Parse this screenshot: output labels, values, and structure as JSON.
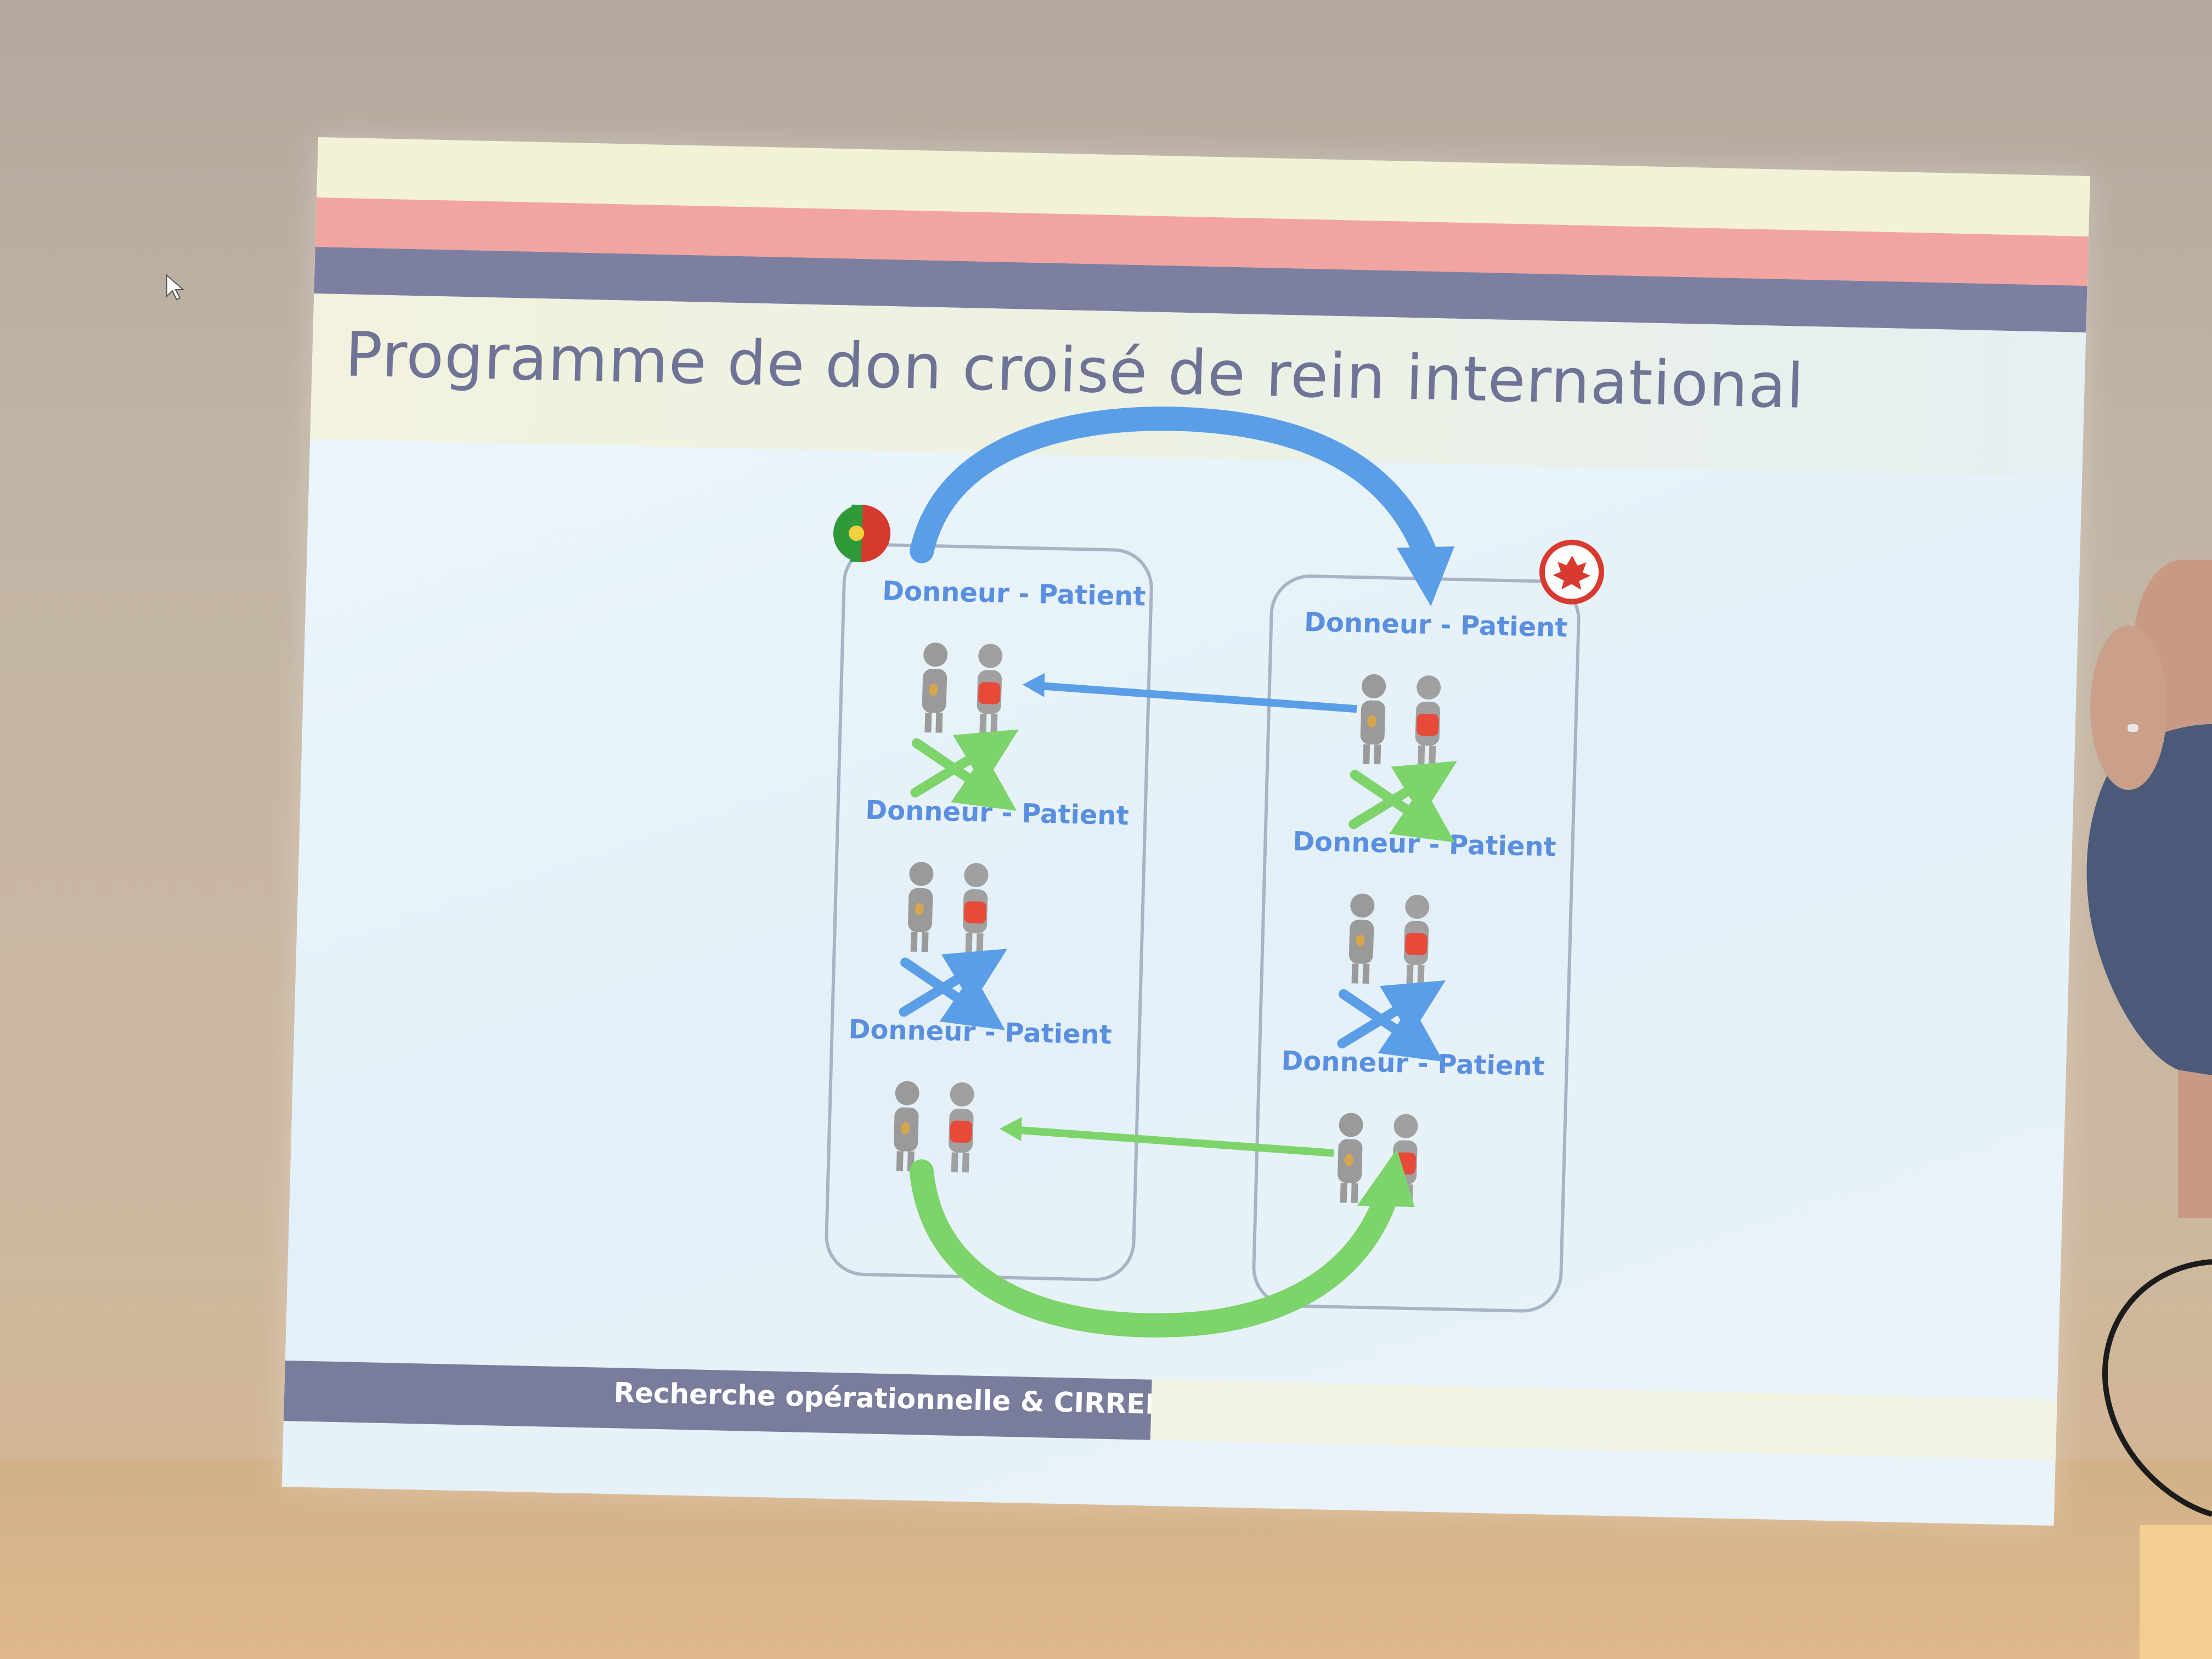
{
  "slide": {
    "title": "Programme de don croisé de rein international",
    "footer": "Recherche opérationnelle & CIRRELT"
  },
  "diagram": {
    "left_country": {
      "flag": "portugal-flag",
      "pairs": [
        "Donneur - Patient",
        "Donneur - Patient",
        "Donneur - Patient"
      ]
    },
    "right_country": {
      "flag": "canada-flag",
      "pairs": [
        "Donneur - Patient",
        "Donneur - Patient",
        "Donneur - Patient"
      ]
    },
    "colors": {
      "blue_arrow": "#5b9ee8",
      "green_arrow": "#7dd46a",
      "donor": "#9a9a9a",
      "patient": "#e84a3a",
      "label": "#5a8fe0",
      "box_border": "#a8b4c4"
    }
  }
}
